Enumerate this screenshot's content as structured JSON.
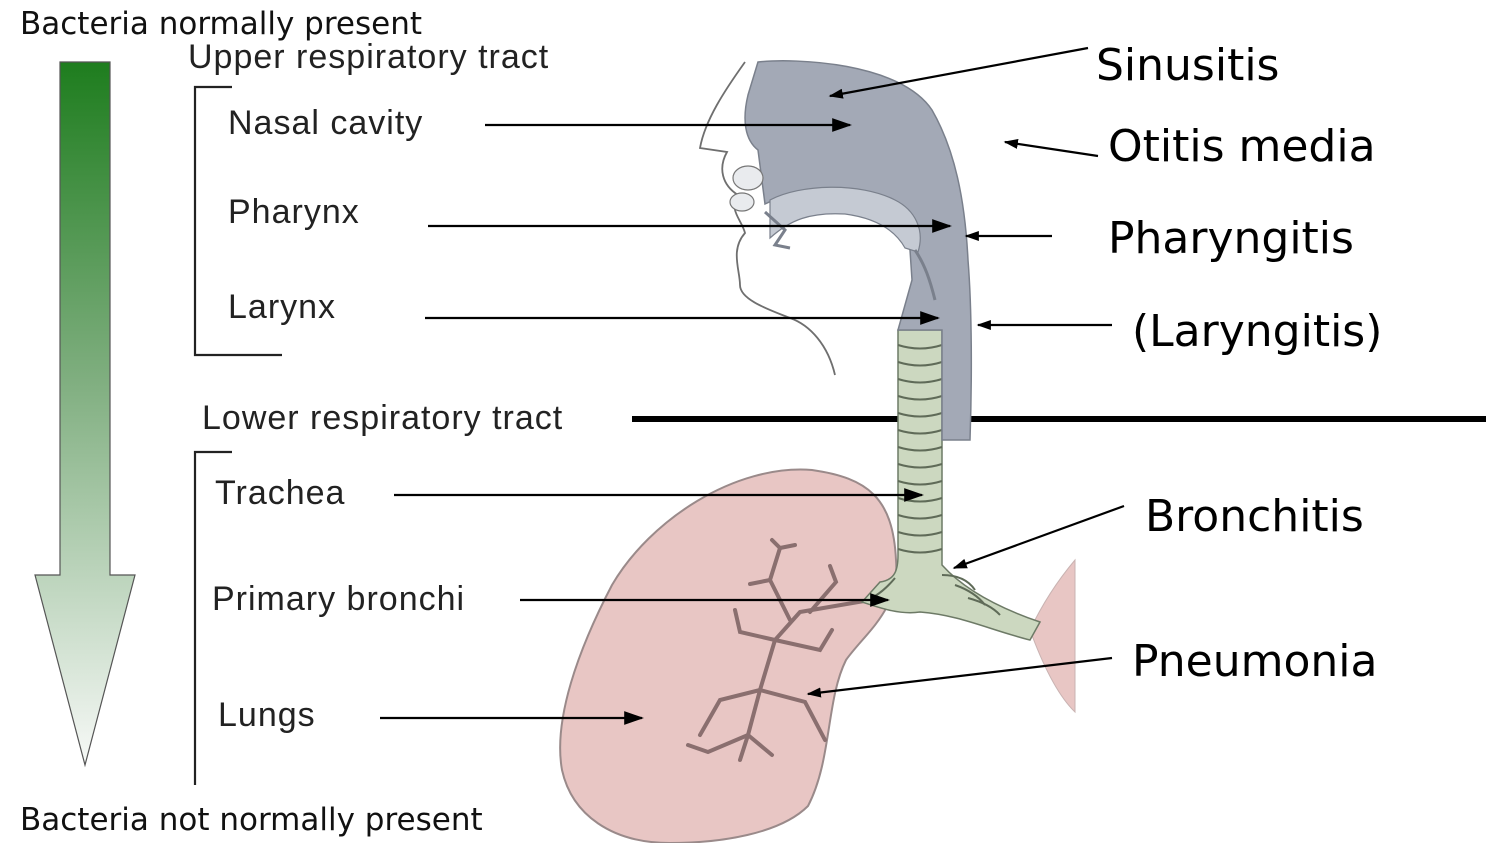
{
  "gradient_arrow": {
    "top_label": "Bacteria normally present",
    "bottom_label": "Bacteria not normally present",
    "top_color": "#1e7d1e",
    "bottom_color": "#f7f9f7"
  },
  "upper_tract": {
    "heading": "Upper respiratory tract",
    "parts": [
      "Nasal cavity",
      "Pharynx",
      "Larynx"
    ]
  },
  "lower_tract": {
    "heading": "Lower respiratory tract",
    "parts": [
      "Trachea",
      "Primary bronchi",
      "Lungs"
    ]
  },
  "diseases": [
    "Sinusitis",
    "Otitis media",
    "Pharyngitis",
    "(Laryngitis)",
    "Bronchitis",
    "Pneumonia"
  ],
  "colors": {
    "airway": "#a3a9b6",
    "trachea": "#ccd8c0",
    "lung_fill": "#e8c6c4",
    "lung_stroke": "#9a8a8a",
    "arrow": "#000000"
  }
}
